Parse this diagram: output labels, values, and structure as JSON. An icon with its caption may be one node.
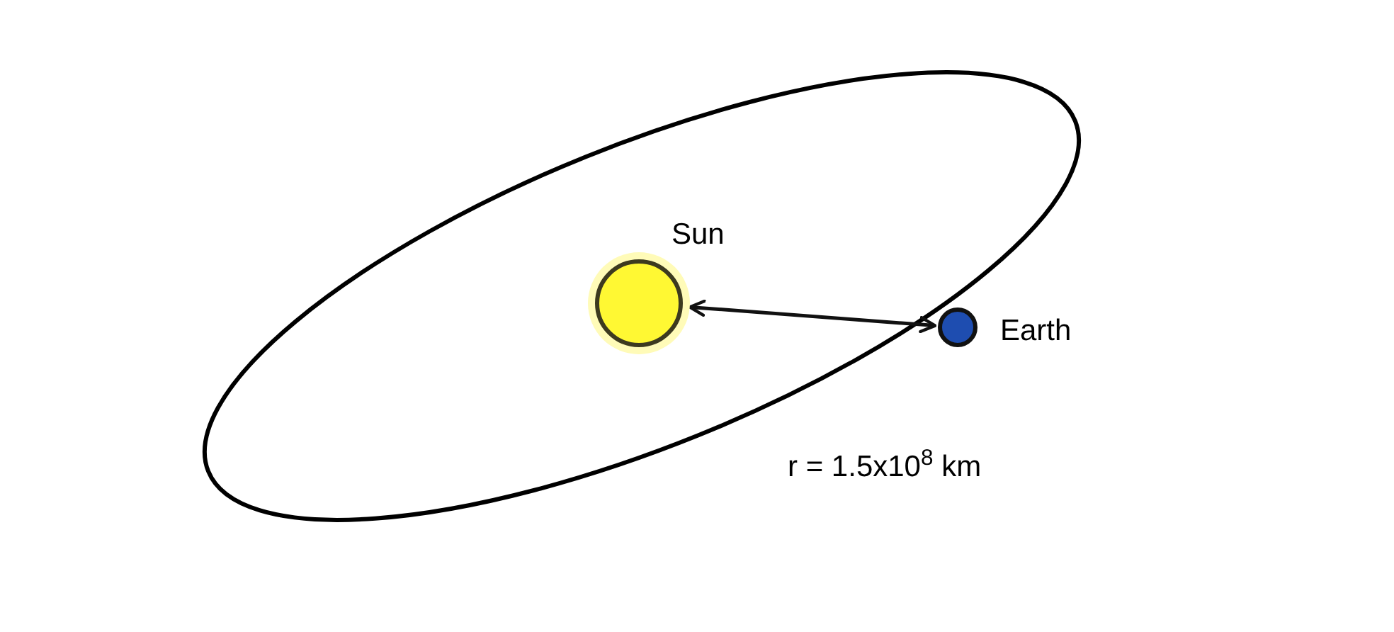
{
  "diagram": {
    "nodes": [
      {
        "text": [
          "Sun"
        ]
      },
      {
        "text": [
          "Earth"
        ]
      }
    ],
    "edges": [
      {
        "from": 0,
        "to": 1,
        "arrow": "both"
      }
    ],
    "labels": [
      "r = 1.5x10$^{8}$ km"
    ]
  }
}
